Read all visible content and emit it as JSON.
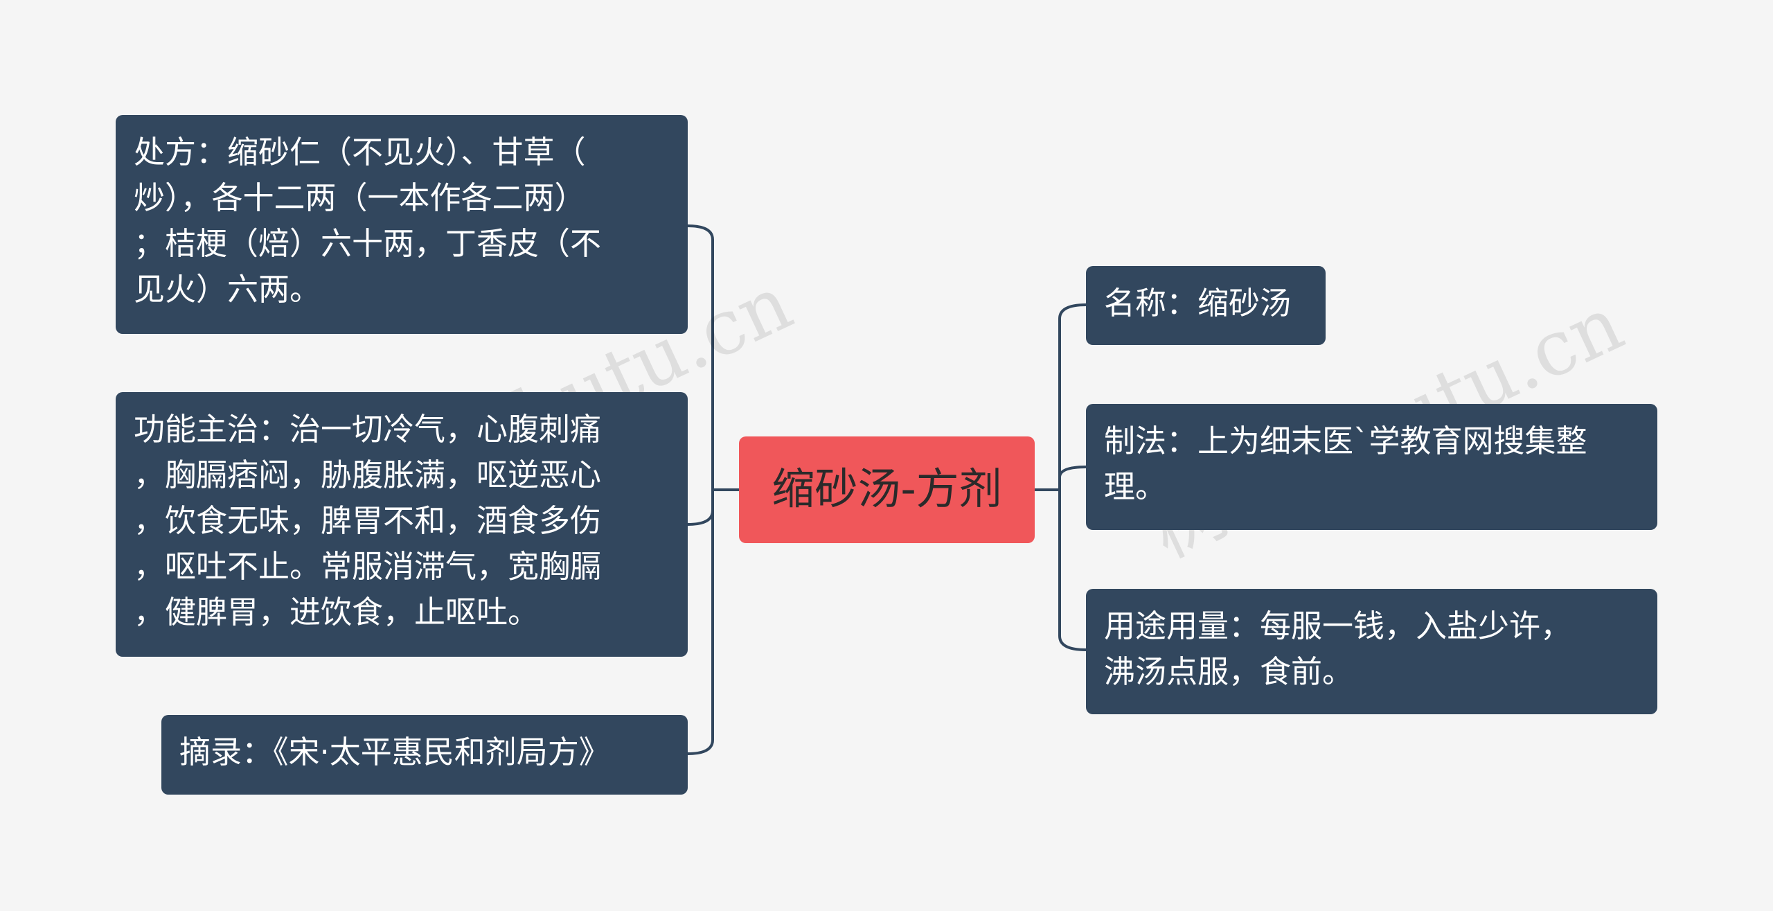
{
  "root": {
    "title": "缩砂汤-方剂"
  },
  "left_nodes": [
    {
      "text": "处方：缩砂仁（不见火）、甘草（\n炒），各十二两（一本作各二两）\n；桔梗（焙）六十两，丁香皮（不\n见火）六两。"
    },
    {
      "text": "功能主治：治一切冷气，心腹刺痛\n，胸膈痞闷，胁腹胀满，呕逆恶心\n，饮食无味，脾胃不和，酒食多伤\n，呕吐不止。常服消滞气，宽胸膈\n，健脾胃，进饮食，止呕吐。"
    },
    {
      "text": "摘录：《宋·太平惠民和剂局方》"
    }
  ],
  "right_nodes": [
    {
      "text": "名称：缩砂汤"
    },
    {
      "text": "制法：上为细末医`学教育网搜集整\n理。"
    },
    {
      "text": "用途用量：每服一钱，入盐少许，\n沸汤点服，食前。"
    }
  ],
  "watermarks": [
    {
      "text": "树图 shutu.cn"
    },
    {
      "text": "树图 shutu.cn"
    }
  ],
  "colors": {
    "background": "#f5f5f5",
    "node": "#32475e",
    "root": "#f0575a",
    "connector": "#32475e"
  }
}
